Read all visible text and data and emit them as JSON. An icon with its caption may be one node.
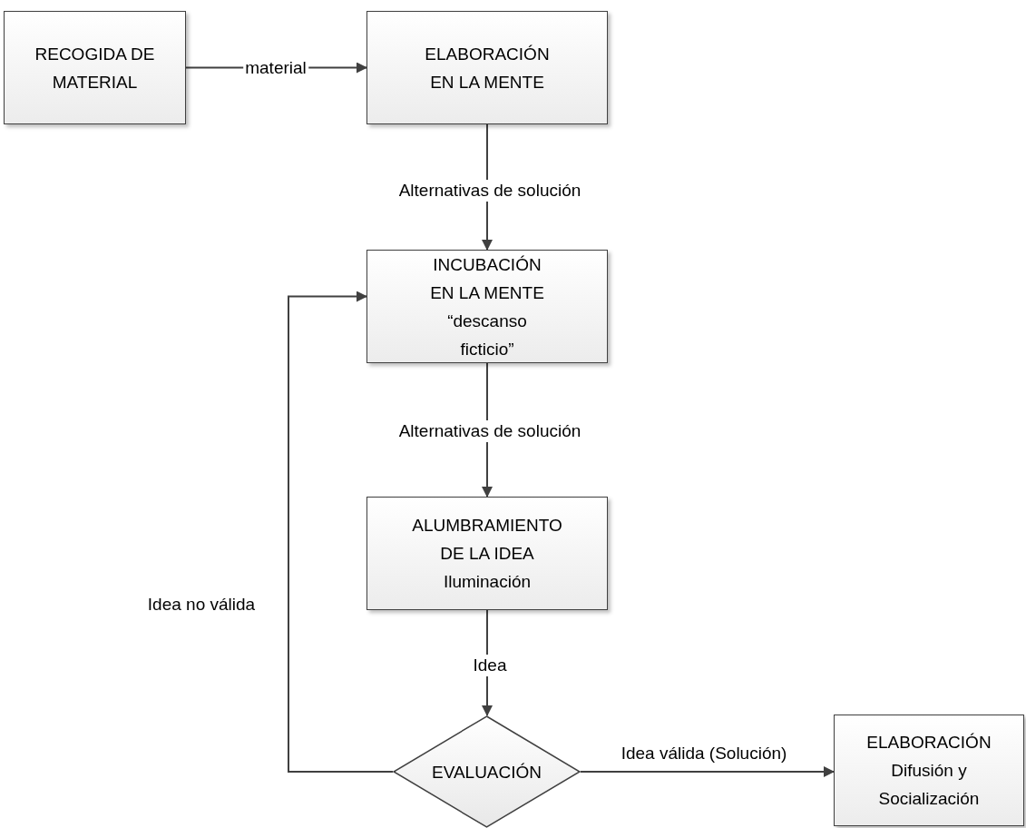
{
  "diagram": {
    "nodes": [
      {
        "text": [
          "RECOGIDA DE MATERIAL"
        ]
      },
      {
        "text": [
          "ELABORACIÓN EN LA MENTE"
        ]
      },
      {
        "text": [
          "INCUBACIÓN EN LA MENTE",
          "“descanso ficticio”"
        ]
      },
      {
        "text": [
          "ALUMBRAMIENTO DE LA IDEA",
          "Iluminación"
        ]
      },
      {
        "text": [
          "EVALUACIÓN"
        ]
      },
      {
        "text": [
          "ELABORACIÓN",
          "Difusión y Socialización"
        ]
      }
    ],
    "edges": [
      {
        "from": 0,
        "to": 1,
        "arrow": "to",
        "label": "material"
      },
      {
        "from": 1,
        "to": 2,
        "arrow": "to",
        "label": "Alternativas de solución"
      },
      {
        "from": 2,
        "to": 3,
        "arrow": "to",
        "label": "Alternativas de solución"
      },
      {
        "from": 3,
        "to": 4,
        "arrow": "to",
        "label": "Idea"
      },
      {
        "from": 4,
        "to": 2,
        "arrow": "to",
        "label": "Idea no válida"
      },
      {
        "from": 4,
        "to": 5,
        "arrow": "to",
        "label": "Idea válida (Solución)"
      }
    ]
  }
}
